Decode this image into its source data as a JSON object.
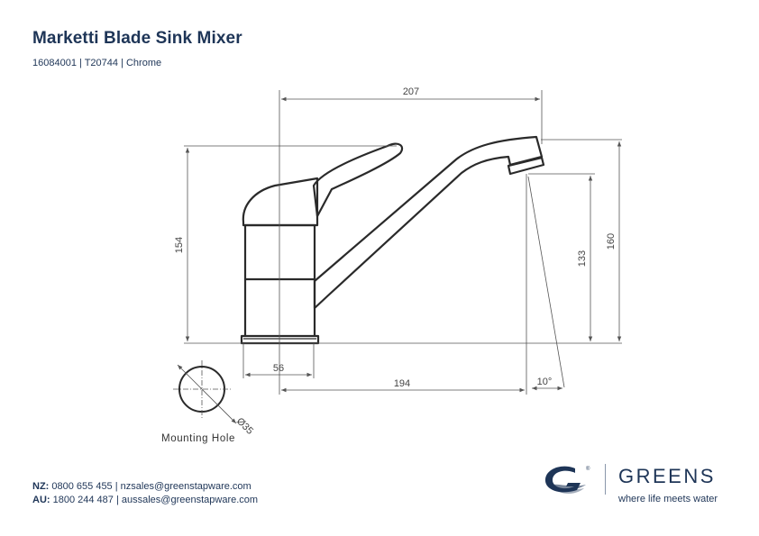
{
  "header": {
    "title": "Marketti Blade Sink Mixer",
    "subtitle": "16084001 | T20744 | Chrome"
  },
  "dimensions": {
    "reach": "207",
    "overall_height": "160",
    "body_height": "154",
    "spout_height": "133",
    "base_diameter": "56",
    "spout_reach": "194",
    "spray_angle": "10°",
    "hole_diameter": "Ø35"
  },
  "mounting_label": "Mounting Hole",
  "contacts": {
    "nz_label": "NZ:",
    "nz_text": "0800 655 455 | nzsales@greenstapware.com",
    "au_label": "AU:",
    "au_text": "1800 244 487 | aussales@greenstapware.com"
  },
  "brand": {
    "name": "GREENS",
    "tagline": "where life meets water",
    "color": "#1e3557"
  },
  "colors": {
    "outline": "#2a2a2a",
    "dimension": "#555555"
  }
}
